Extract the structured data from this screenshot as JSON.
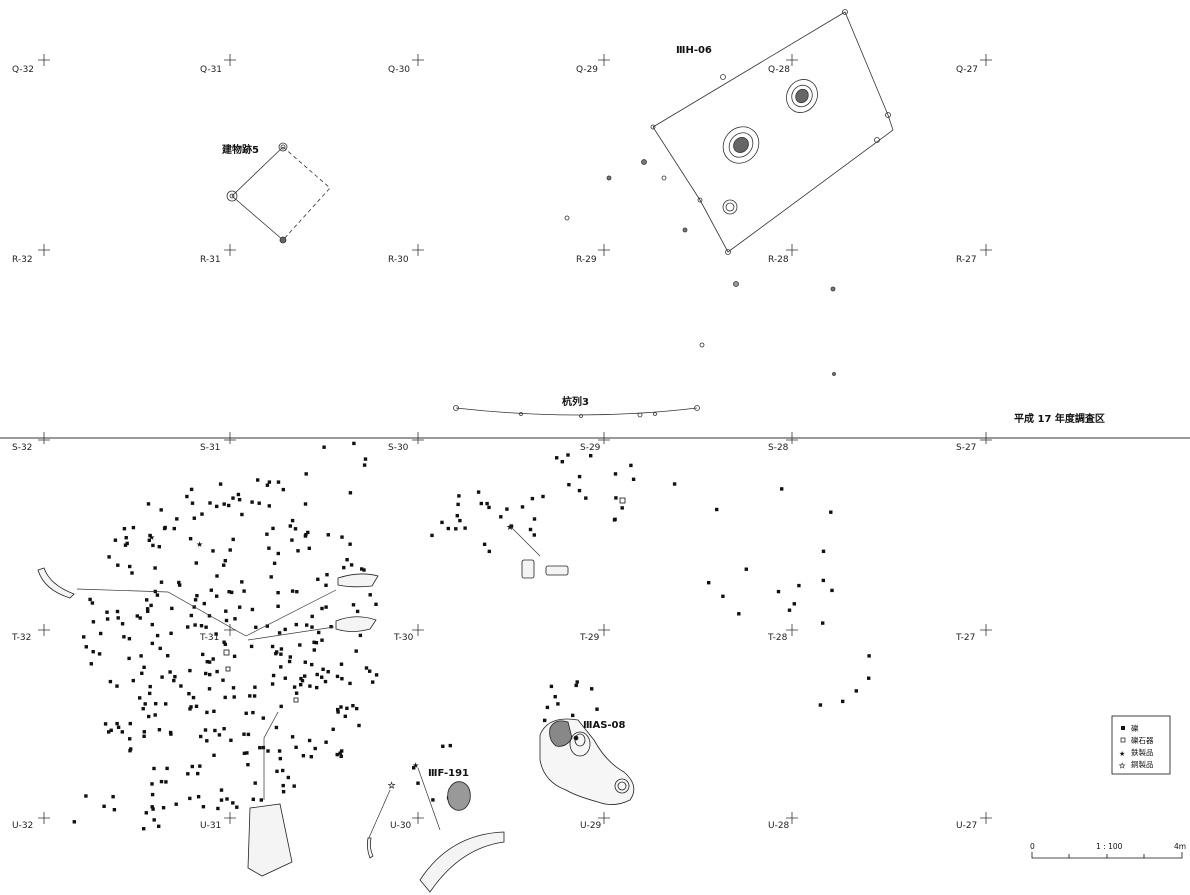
{
  "grid_labels": {
    "q32": "Q-32",
    "q31": "Q-31",
    "q30": "Q-30",
    "q29": "Q-29",
    "q28": "Q-28",
    "q27": "Q-27",
    "r32": "R-32",
    "r31": "R-31",
    "r30": "R-30",
    "r29": "R-29",
    "r28": "R-28",
    "r27": "R-27",
    "s32": "S-32",
    "s31": "S-31",
    "s30": "S-30",
    "s29": "S-29",
    "s28": "S-28",
    "s27": "S-27",
    "t32": "T-32",
    "t31": "T-31",
    "t30": "T-30",
    "t29": "T-29",
    "t28": "T-28",
    "t27": "T-27",
    "u32": "U-32",
    "u31": "U-31",
    "u30": "U-30",
    "u29": "U-29",
    "u28": "U-28",
    "u27": "U-27"
  },
  "features": {
    "building5": "建物跡5",
    "h06": "ⅢH-06",
    "stake_row3": "杭列3",
    "as08": "ⅢAS-08",
    "f191": "ⅢF-191"
  },
  "survey_area": "平成 17 年度調査区",
  "legend": {
    "gravel": "礫",
    "stone_tool": "礫石器",
    "iron": "鉄製品",
    "bronze": "銅製品"
  },
  "scale": {
    "start": "0",
    "ratio": "1 : 100",
    "end": "4m"
  },
  "colors": {
    "ink": "#111111",
    "fill_gray": "#888888",
    "grid": "#333333"
  }
}
